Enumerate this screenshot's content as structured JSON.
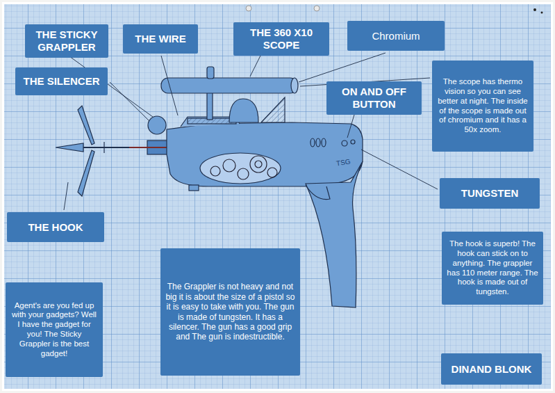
{
  "diagram": {
    "nodes": [
      {
        "text": [
          "THE STICKY GRAPPLER"
        ]
      },
      {
        "text": [
          "THE WIRE"
        ]
      },
      {
        "text": [
          "THE 360 X10 SCOPE"
        ]
      },
      {
        "text": [
          "Chromium"
        ]
      },
      {
        "text": [
          "THE SILENCER"
        ]
      },
      {
        "text": [
          "ON AND OFF BUTTON"
        ]
      },
      {
        "text": [
          "The scope has thermo vision so you can see better at night. The inside of the scope is made out of chromium and it has a 50x zoom."
        ]
      },
      {
        "text": [
          "TUNGSTEN"
        ]
      },
      {
        "text": [
          "THE HOOK"
        ]
      },
      {
        "text": [
          "The Grappler is not heavy and not big it is about the size of a pistol so it is easy to take with you. The gun is made of tungsten. It has a silencer. The gun has a good grip and The gun is indestructible."
        ]
      },
      {
        "text": [
          "The hook is superb! The hook can stick on to anything. The grappler has 110 meter range. The hook is made out of tungsten."
        ]
      },
      {
        "text": [
          "Agent's are you fed up with your gadgets? Well I have the gadget for you! The Sticky Grappler is the best gadget!"
        ]
      },
      {
        "text": [
          "DINAND BLONK"
        ]
      }
    ],
    "labels": [
      "TSG"
    ]
  }
}
